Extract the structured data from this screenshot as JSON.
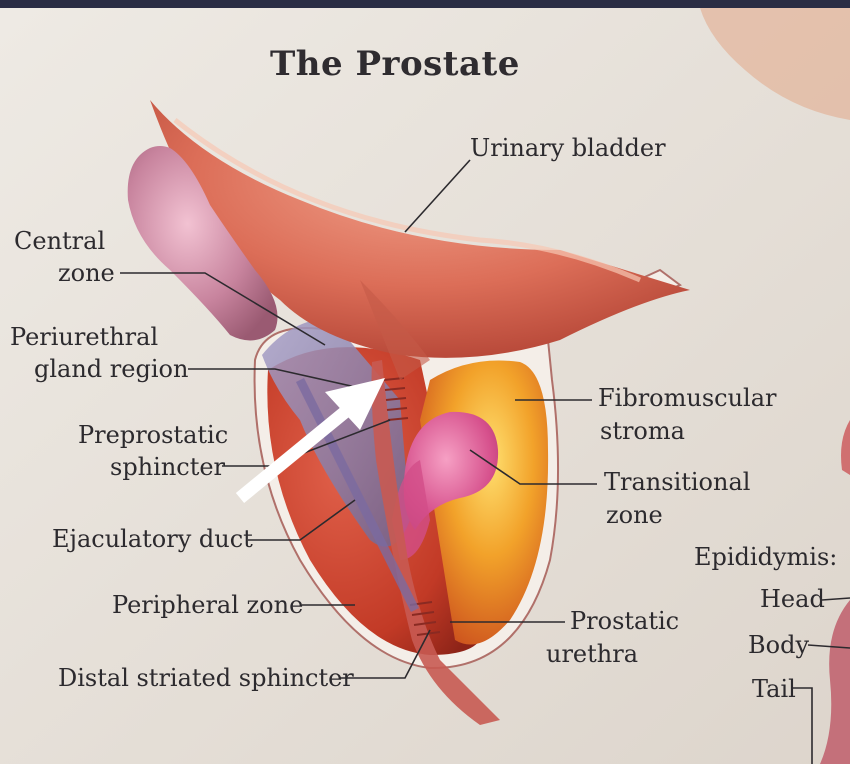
{
  "title": "The Prostate",
  "labels": {
    "urinary_bladder": "Urinary bladder",
    "central_zone_1": "Central",
    "central_zone_2": "zone",
    "periurethral_1": "Periurethral",
    "periurethral_2": "gland region",
    "preprostatic_1": "Preprostatic",
    "preprostatic_2": "sphincter",
    "ejaculatory_duct": "Ejaculatory duct",
    "peripheral_zone": "Peripheral zone",
    "distal_sphincter": "Distal striated sphincter",
    "fibromuscular_1": "Fibromuscular",
    "fibromuscular_2": "stroma",
    "transitional_1": "Transitional",
    "transitional_2": "zone",
    "prostatic_1": "Prostatic",
    "prostatic_2": "urethra",
    "epididymis": "Epididymis:",
    "head": "Head",
    "body": "Body",
    "tail": "Tail"
  },
  "colors": {
    "background": "#e8e2da",
    "bladder": "#d9705c",
    "peripheral": "#c8432a",
    "transitional": "#d85a8a",
    "stroma": "#e89a2a",
    "arrow": "#ffffff"
  }
}
